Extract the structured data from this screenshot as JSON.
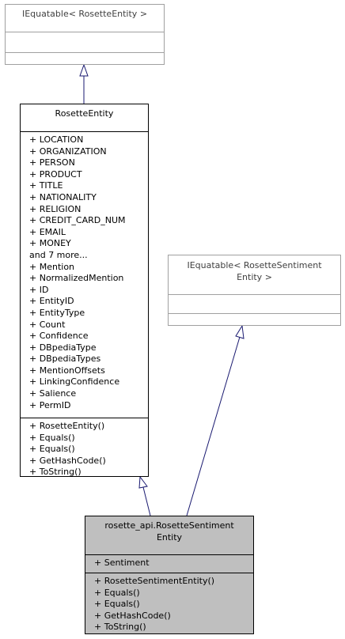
{
  "classes": {
    "iequatable_entity": {
      "title": "IEquatable< RosetteEntity >"
    },
    "rosette_entity": {
      "title": "RosetteEntity",
      "attributes": [
        "+ LOCATION",
        "+ ORGANIZATION",
        "+ PERSON",
        "+ PRODUCT",
        "+ TITLE",
        "+ NATIONALITY",
        "+ RELIGION",
        "+ CREDIT_CARD_NUM",
        "+ EMAIL",
        "+ MONEY",
        "and 7 more...",
        "+ Mention",
        "+ NormalizedMention",
        "+ ID",
        "+ EntityID",
        "+ EntityType",
        "+ Count",
        "+ Confidence",
        "+ DBpediaType",
        "+ DBpediaTypes",
        "+ MentionOffsets",
        "+ LinkingConfidence",
        "+ Salience",
        "+ PermID"
      ],
      "methods": [
        "+ RosetteEntity()",
        "+ Equals()",
        "+ Equals()",
        "+ GetHashCode()",
        "+ ToString()"
      ]
    },
    "iequatable_sentiment": {
      "title_line1": "IEquatable< RosetteSentiment",
      "title_line2": "Entity >"
    },
    "sentiment_entity": {
      "title_line1": "rosette_api.RosetteSentiment",
      "title_line2": "Entity",
      "attributes": [
        "+ Sentiment"
      ],
      "methods": [
        "+ RosetteSentimentEntity()",
        "+ Equals()",
        "+ Equals()",
        "+ GetHashCode()",
        "+ ToString()"
      ]
    }
  },
  "colors": {
    "edge": "#191970",
    "grey_border": "#a0a0a0",
    "highlight_fill": "#bfbfbf"
  }
}
